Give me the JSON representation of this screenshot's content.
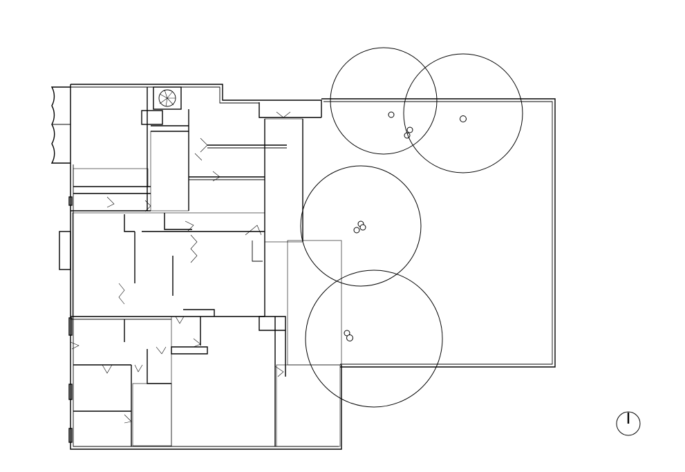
{
  "drawing": {
    "type": "architectural-floor-plan",
    "background": "#ffffff",
    "line_color": "#000000",
    "pattern_tile": "grid",
    "pattern_hatch_horizontal": "horizontal-hatch",
    "pattern_hatch_vertical": "vertical-hatch",
    "tree_count": 4,
    "north_arrow_icon": "north-arrow-icon"
  }
}
